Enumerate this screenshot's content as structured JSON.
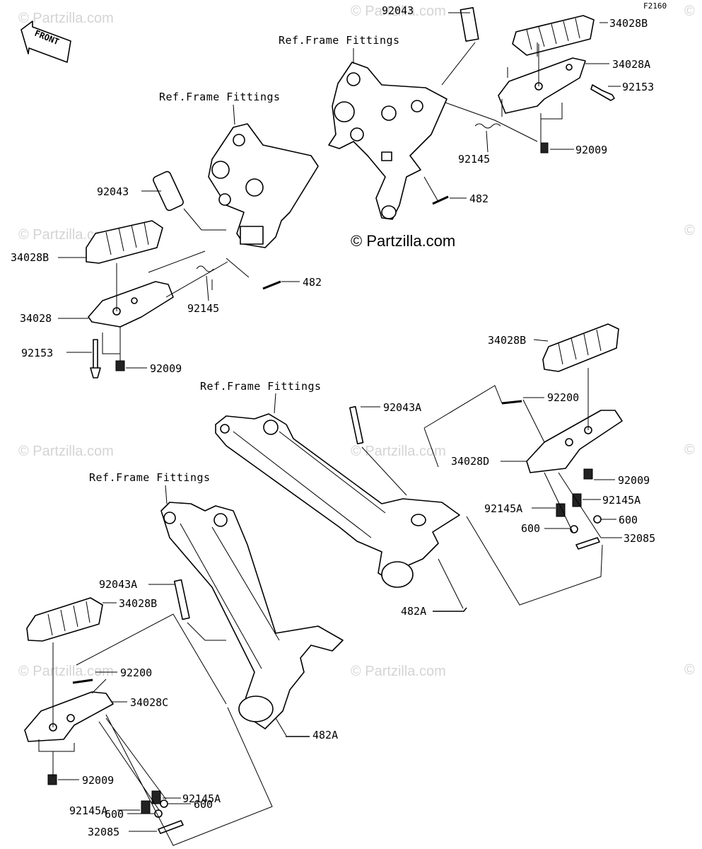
{
  "figure_code": "F2160",
  "front_label": "FRONT",
  "copyright": "© Partzilla.com",
  "watermark": "© Partzilla.com",
  "ref_labels": {
    "r1": "Ref.Frame Fittings",
    "r2": "Ref.Frame Fittings",
    "r3": "Ref.Frame Fittings",
    "r4": "Ref.Frame Fittings"
  },
  "callouts": {
    "a92043_top": "92043",
    "a34028B_top": "34028B",
    "a34028A": "34028A",
    "a92153_top": "92153",
    "a92145_top": "92145",
    "a92009_top": "92009",
    "a482_top": "482",
    "b92043": "92043",
    "b34028B": "34028B",
    "b482": "482",
    "b92145": "92145",
    "b34028": "34028",
    "b92153": "92153",
    "b92009": "92009",
    "c34028B": "34028B",
    "c92200": "92200",
    "c92043A": "92043A",
    "c34028D": "34028D",
    "c92009": "92009",
    "c92145A_r": "92145A",
    "c92145A_l": "92145A",
    "c600_l": "600",
    "c600_r": "600",
    "c32085": "32085",
    "c482A": "482A",
    "d92043A": "92043A",
    "d34028B": "34028B",
    "d92200": "92200",
    "d34028C": "34028C",
    "d482A": "482A",
    "d92009": "92009",
    "d92145A_r": "92145A",
    "d92145A_l": "92145A",
    "d600_l": "600",
    "d600_r": "600",
    "d32085": "32085"
  }
}
